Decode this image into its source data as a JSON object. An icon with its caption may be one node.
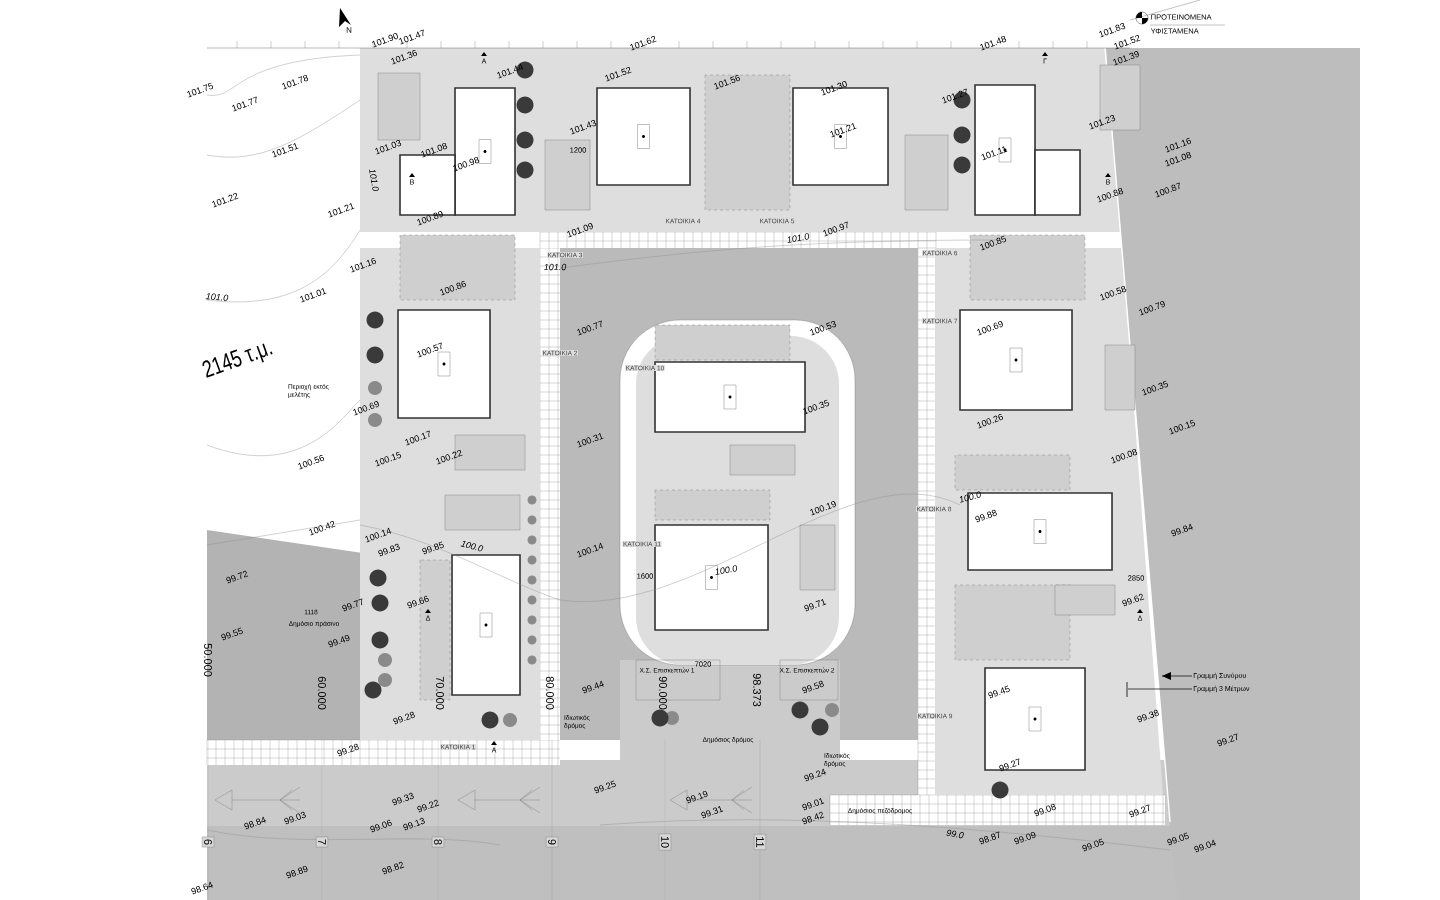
{
  "diagram": {
    "nodes": [
      {
        "text": [
          "Γραμμή Συνόρου"
        ]
      },
      {
        "text": [
          "Γραμμή 3 Μέτρων"
        ]
      }
    ],
    "edges": [
      {
        "from": 0,
        "to": null,
        "arrow": "to"
      },
      {
        "from": 1,
        "to": null,
        "arrow": "none"
      }
    ],
    "labels": [
      "N",
      "101.90",
      "101.47",
      "101.36",
      "101.62",
      "101.48",
      "101.83",
      "101.52",
      "A",
      "101.44",
      "Γ",
      "101.39",
      "101.52",
      "101.56",
      "101.30",
      "101.27",
      "101.75",
      "101.78",
      "101.77",
      "101.43",
      "101.23",
      "101.21",
      "101.51",
      "101.03",
      "101.08",
      "101.11",
      "101.16",
      "101.08",
      "1200",
      "100.98",
      "101.0",
      "B",
      "B",
      "100.88",
      "100.87",
      "101.22",
      "101.21",
      "100.89",
      "101.09",
      "100.97",
      "101.0",
      "100.85",
      "101.16",
      "101.0",
      "100.86",
      "101.01",
      "101.0",
      "100.58",
      "100.79",
      "100.77",
      "100.53",
      "100.69",
      "100.57",
      "2145 τ.μ.",
      "Περιοχή εκτός μελέτης",
      "100.35",
      "100.69",
      "100.35",
      "100.26",
      "100.15",
      "100.31",
      "100.17",
      "100.15",
      "100.22",
      "100.56",
      "100.08",
      "100.0",
      "100.19",
      "99.88",
      "100.42",
      "99.84",
      "100.14",
      "99.83",
      "99.85",
      "100.0",
      "100.14",
      "100.0",
      "1600",
      "99.72",
      "2850",
      "99.66",
      "99.77",
      "1118",
      "99.71",
      "99.62",
      "Δ",
      "Δ",
      "Δημόσιο πράσινο",
      "99.55",
      "99.49",
      "50.000",
      "Χ.Σ. Επισκεπτών 1",
      "7020",
      "Χ.Σ. Επισκεπτών 2",
      "99.58",
      "99.44",
      "99.45",
      "60.000",
      "70.000",
      "80.000",
      "90.000",
      "98.373",
      "99.38",
      "Ιδιωτικός δρόμος",
      "99.28",
      "99.27",
      "Δημόσιος δρόμος",
      "A",
      "99.28",
      "99.27",
      "Ιδιωτικός δρόμος",
      "99.24",
      "99.25",
      "99.33",
      "99.19",
      "99.22",
      "99.01",
      "99.08",
      "99.27",
      "Δημόσιος πεζόδρομος",
      "99.31",
      "98.42",
      "99.03",
      "99.13",
      "99.06",
      "98.84",
      "99.0",
      "98.87",
      "99.09",
      "99.05",
      "99.05",
      "99.04",
      "6",
      "7",
      "8",
      "9",
      "10",
      "11",
      "98.82",
      "98.89",
      "98.64",
      "ΚΑΤΟΙΚΙΑ 3",
      "ΚΑΤΟΙΚΙΑ 4",
      "ΚΑΤΟΙΚΙΑ 5",
      "ΚΑΤΟΙΚΙΑ 6",
      "ΚΑΤΟΙΚΙΑ 7",
      "ΚΑΤΟΙΚΙΑ 2",
      "ΚΑΤΟΙΚΙΑ 10",
      "ΚΑΤΟΙΚΙΑ 8",
      "ΚΑΤΟΙΚΙΑ 11",
      "ΚΑΤΟΙΚΙΑ 9",
      "ΚΑΤΟΙΚΙΑ 1"
    ],
    "legend": [
      {
        "text": "ΠΡΟΤΕΙΝΟΜΕΝΑ"
      },
      {
        "text": "ΥΦΙΣΤΑΜΕΝΑ"
      }
    ]
  }
}
